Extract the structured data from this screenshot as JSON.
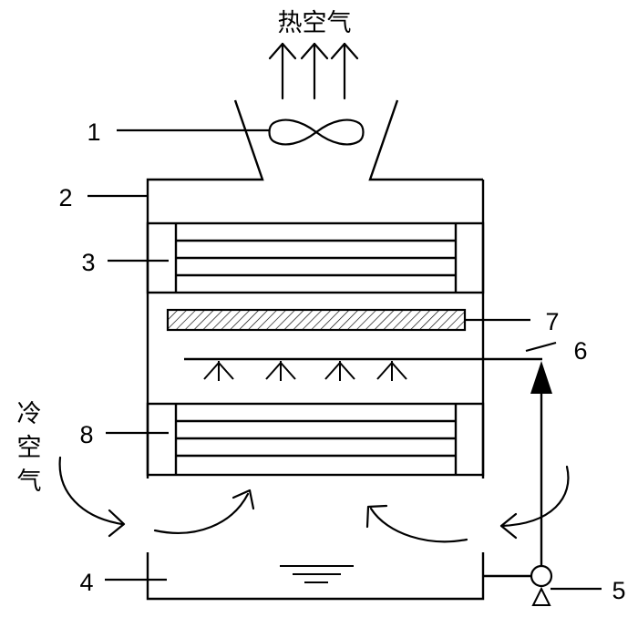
{
  "labels": {
    "top_air": "热空气",
    "side_air": [
      "冷",
      "空",
      "气"
    ],
    "n1": "1",
    "n2": "2",
    "n3": "3",
    "n4": "4",
    "n5": "5",
    "n6": "6",
    "n7": "7",
    "n8": "8"
  }
}
